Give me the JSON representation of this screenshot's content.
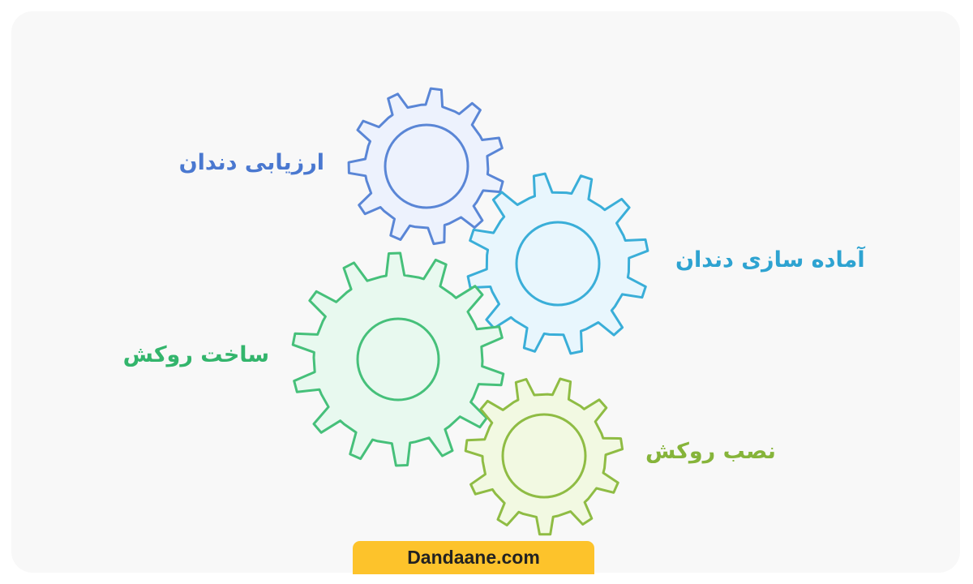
{
  "steps": [
    {
      "label": "ارزیابی دندان",
      "color": "#5a86d6",
      "fill": "#edf2fd",
      "text_color": "#4a78d0"
    },
    {
      "label": "آماده سازی دندان",
      "color": "#3aaed8",
      "fill": "#e8f6fd",
      "text_color": "#2ea3d1"
    },
    {
      "label": "ساخت روکش",
      "color": "#46c07a",
      "fill": "#e8f9ef",
      "text_color": "#33b56c"
    },
    {
      "label": "نصب روکش",
      "color": "#8fbc44",
      "fill": "#f2f9e2",
      "text_color": "#86b43a"
    }
  ],
  "footer": {
    "brand": "Dandaane.com",
    "color": "#fdc32b"
  }
}
